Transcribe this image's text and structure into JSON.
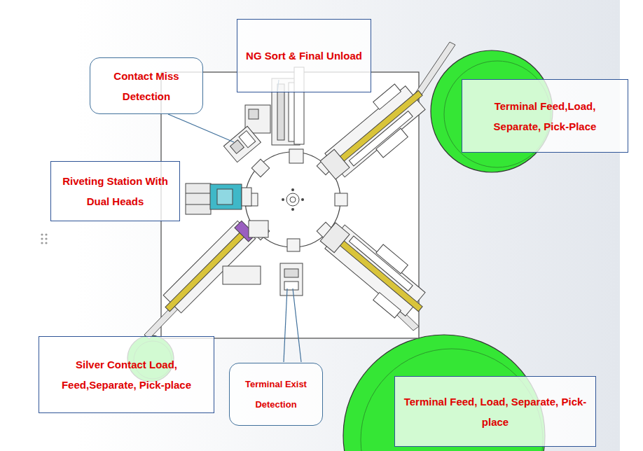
{
  "diagram": {
    "nodes": [
      {
        "text": [
          "NG Sort & Final Unload"
        ]
      },
      {
        "text": [
          "Contact Miss Detection"
        ]
      },
      {
        "text": [
          "Terminal Feed,Load, Separate, Pick-Place"
        ]
      },
      {
        "text": [
          "Riveting Station With Dual Heads"
        ]
      },
      {
        "text": [
          "Silver Contact Load, Feed,Separate, Pick-place"
        ]
      },
      {
        "text": [
          "Terminal Exist Detection"
        ]
      },
      {
        "text": [
          "Terminal Feed, Load, Separate, Pick-place"
        ]
      }
    ]
  }
}
